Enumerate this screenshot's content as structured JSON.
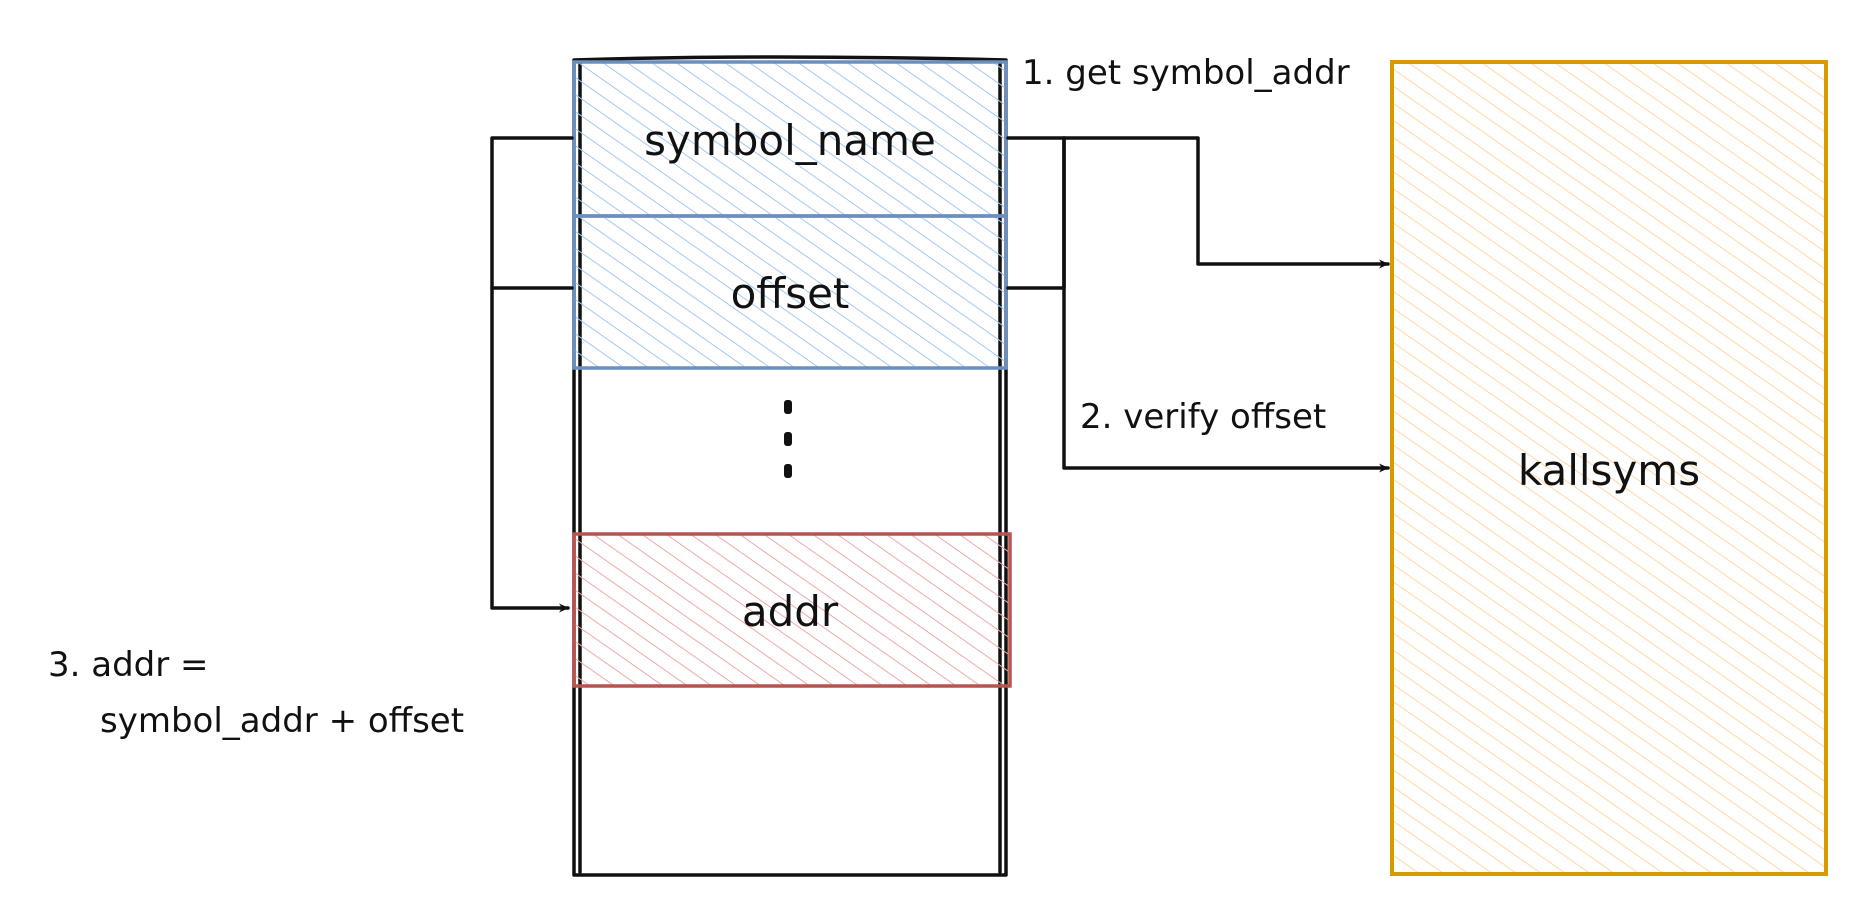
{
  "memory": {
    "symbol_name_label": "symbol_name",
    "offset_label": "offset",
    "addr_label": "addr"
  },
  "kallsyms": {
    "label": "kallsyms"
  },
  "steps": {
    "step1": "1. get symbol_addr",
    "step2": "2. verify offset",
    "step3_line1": "3. addr =",
    "step3_line2": "symbol_addr + offset"
  },
  "colors": {
    "symbol_fill": "#a5c8f0",
    "symbol_stroke": "#6a8fc0",
    "addr_fill": "#f0a8a8",
    "addr_stroke": "#b85450",
    "kallsyms_fill": "#ffd8a0",
    "kallsyms_stroke": "#d79b00"
  }
}
